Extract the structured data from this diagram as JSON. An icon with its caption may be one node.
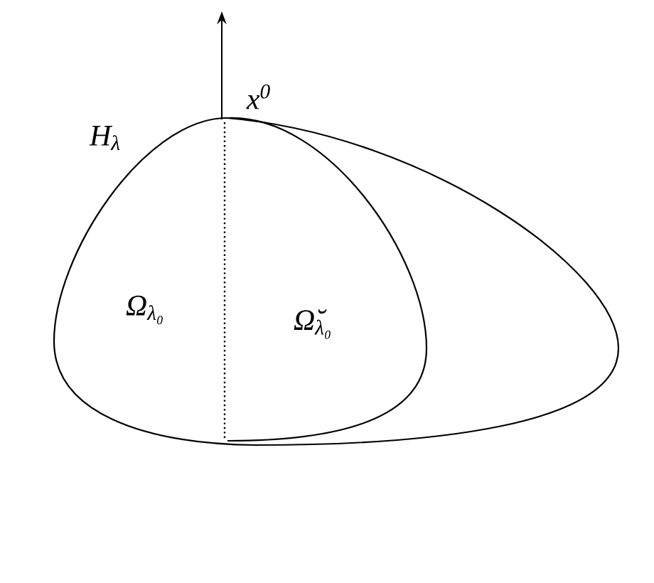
{
  "diagram": {
    "labels": [
      "x$^{0}$",
      "H$_{λ}$",
      "Ω$_{λ₀}$",
      "Ω̆$_{λ₀}$"
    ]
  }
}
